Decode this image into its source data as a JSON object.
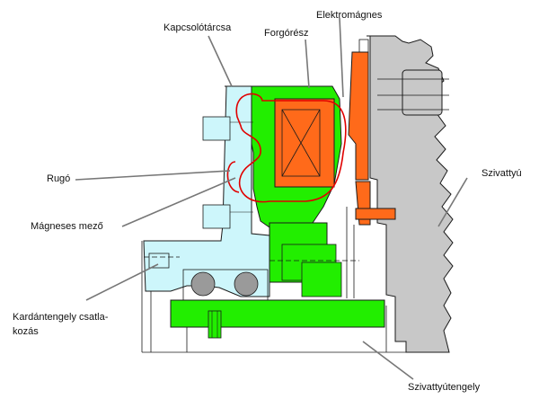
{
  "labels": {
    "kapcsolotarcsa": "Kapcsolótárcsa",
    "forgoresz": "Forgórész",
    "elektromagnes": "Elektromágnes",
    "rugo": "Rugó",
    "szivattyu": "Szivattyú",
    "magneses_mezo": "Mágneses mező",
    "kardantengely_line1": "Kardántengely csatla-",
    "kardantengely_line2": "kozás",
    "szivattyutengely": "Szivattyútengely"
  },
  "colors": {
    "clutch_disc": "#cdf6fb",
    "rotor": "#22ee00",
    "electromagnet": "#ff6a1a",
    "pump": "#c8c8c8",
    "magnetic_field": "#e00000",
    "shaft": "#22ee00",
    "ball": "#9a9a9a",
    "outline": "#1a1a1a",
    "leader": "#777777"
  }
}
